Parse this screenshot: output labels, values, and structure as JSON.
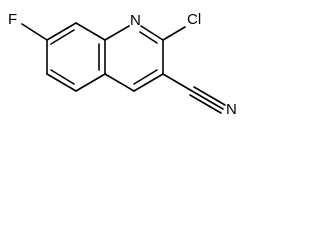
{
  "molecule": {
    "atoms": {
      "fluorine": "F",
      "nitrogen_ring": "N",
      "chlorine": "Cl",
      "nitrogen_nitrile": "N"
    }
  }
}
